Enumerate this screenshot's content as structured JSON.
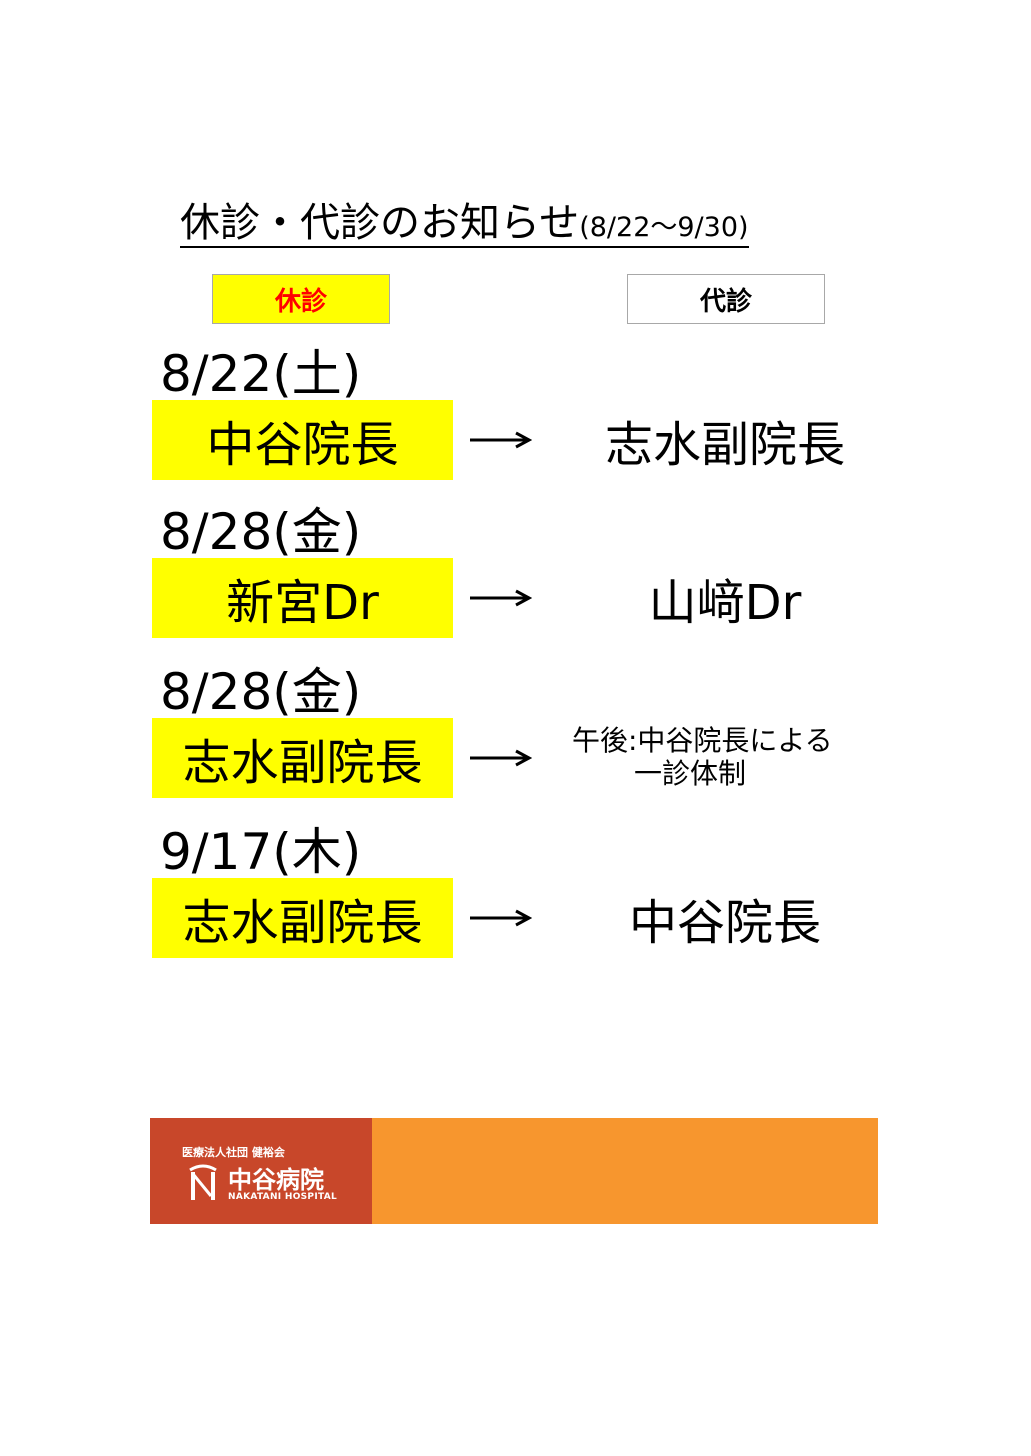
{
  "notice": {
    "title": "休診・代診のお知らせ",
    "period": "(8/22～9/30)"
  },
  "headers": {
    "closed": "休診",
    "substitute": "代診"
  },
  "entries": [
    {
      "date": "8/22(土)",
      "absent": "中谷院長",
      "substitute": "志水副院長"
    },
    {
      "date": "8/28(金)",
      "absent": "新宮Dr",
      "substitute": "山﨑Dr"
    },
    {
      "date": "8/28(金)",
      "absent": "志水副院長",
      "substitute_line1": "午後:中谷院長による",
      "substitute_line2": "一診体制"
    },
    {
      "date": "9/17(木)",
      "absent": "志水副院長",
      "substitute": "中谷院長"
    }
  ],
  "footer": {
    "corporation": "医療法人社団 健裕会",
    "hospital_name": "中谷病院",
    "hospital_name_en": "NAKATANI HOSPITAL",
    "logo_icon": "hospital-logo-mark",
    "colors": {
      "logo_bg": "#c8472a",
      "bar_bg": "#f7962e",
      "highlight": "#ffff00",
      "closed_label": "#ff0000"
    }
  }
}
